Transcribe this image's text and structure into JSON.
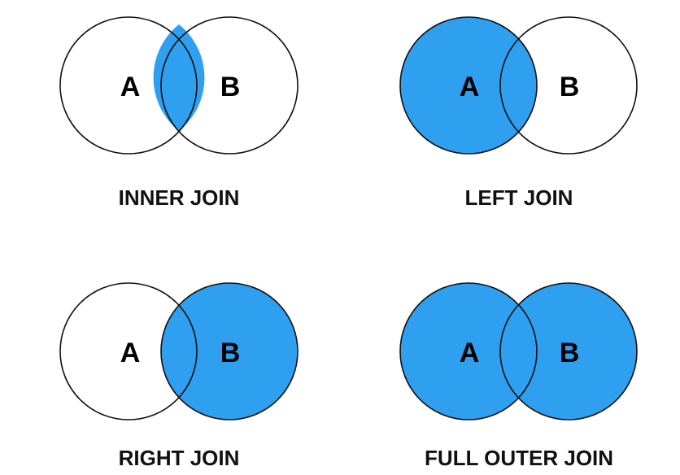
{
  "colors": {
    "highlight": "#2f9ff0",
    "outline": "#111111",
    "background": "#ffffff"
  },
  "diagrams": [
    {
      "caption": "INNER JOIN",
      "left_label": "A",
      "right_label": "B",
      "shaded": "intersection"
    },
    {
      "caption": "LEFT JOIN",
      "left_label": "A",
      "right_label": "B",
      "shaded": "left"
    },
    {
      "caption": "RIGHT JOIN",
      "left_label": "A",
      "right_label": "B",
      "shaded": "right"
    },
    {
      "caption": "FULL OUTER JOIN",
      "left_label": "A",
      "right_label": "B",
      "shaded": "both"
    }
  ]
}
